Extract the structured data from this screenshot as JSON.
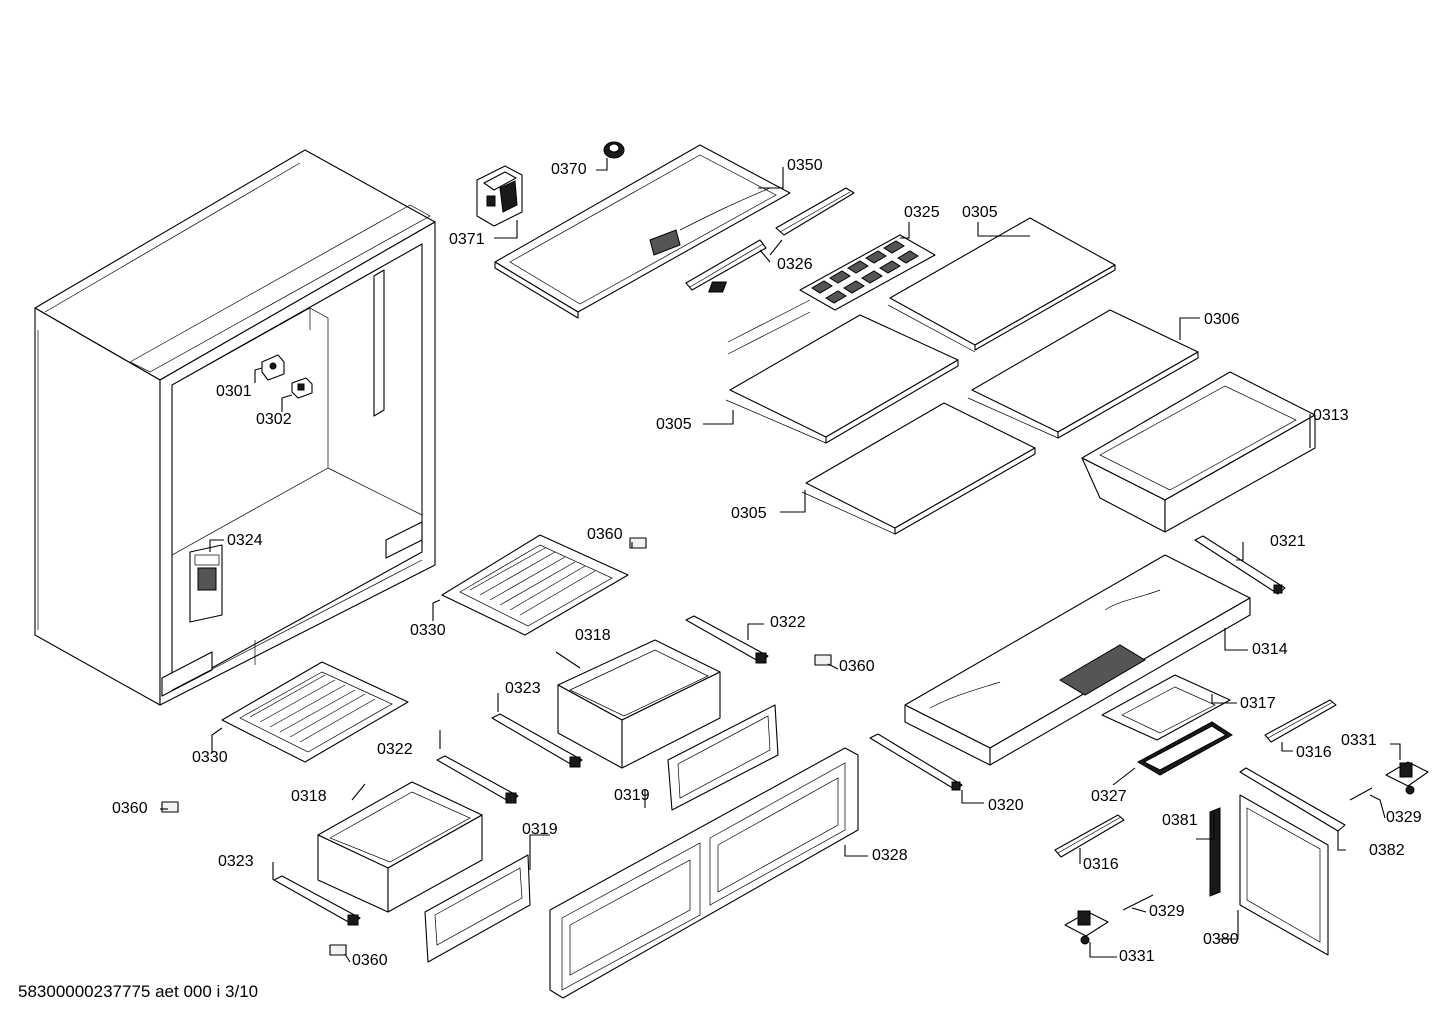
{
  "footer": "58300000237775 aet 000 i 3/10",
  "parts": {
    "c0370": "0370",
    "c0350": "0350",
    "c0371": "0371",
    "c0325": "0325",
    "c0305a": "0305",
    "c0326": "0326",
    "c0306": "0306",
    "c0301": "0301",
    "c0302": "0302",
    "c0305b": "0305",
    "c0313": "0313",
    "c0305c": "0305",
    "c0324": "0324",
    "c0360a": "0360",
    "c0321": "0321",
    "c0330a": "0330",
    "c0318a": "0318",
    "c0322a": "0322",
    "c0360b": "0360",
    "c0314": "0314",
    "c0323a": "0323",
    "c0317": "0317",
    "c0330b": "0330",
    "c0322b": "0322",
    "c0331a": "0331",
    "c0316a": "0316",
    "c0360c": "0360",
    "c0318b": "0318",
    "c0319a": "0319",
    "c0327": "0327",
    "c0320": "0320",
    "c0329a": "0329",
    "c0319b": "0319",
    "c0381": "0381",
    "c0382": "0382",
    "c0328": "0328",
    "c0323b": "0323",
    "c0316b": "0316",
    "c0329b": "0329",
    "c0380": "0380",
    "c0360d": "0360",
    "c0331b": "0331"
  }
}
